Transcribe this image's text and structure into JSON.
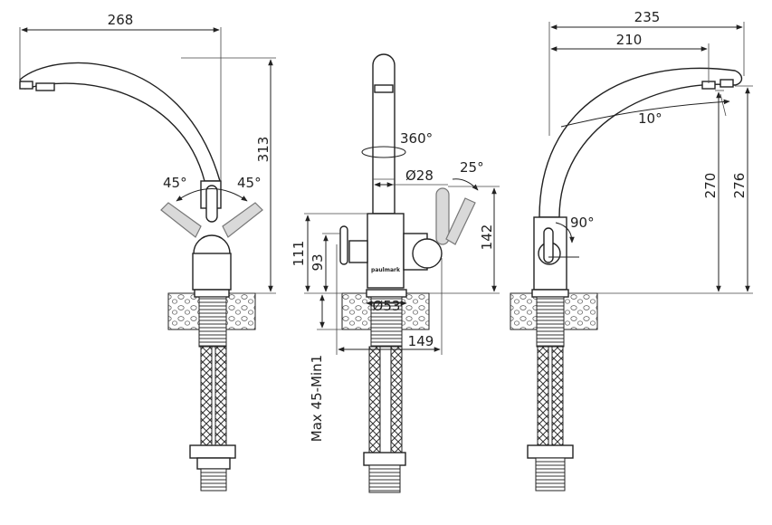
{
  "drawing": {
    "left_view": {
      "width_reach": "268",
      "height": "313",
      "angle_left": "45°",
      "angle_right": "45°"
    },
    "front_view": {
      "rotation": "360°",
      "spout_diameter": "Ø28",
      "handle_angle": "25°",
      "height_handle": "142",
      "height_body": "111",
      "height_lever": "93",
      "base_diameter": "Ø53",
      "width": "149",
      "mount_thickness": "Max 45-Min1",
      "brand": "paulmark"
    },
    "right_view": {
      "reach_outer": "235",
      "reach_inner": "210",
      "spout_tilt": "10°",
      "lever_angle": "90°",
      "height_spout": "270",
      "height_total": "276"
    }
  },
  "colors": {
    "line": "#222222",
    "handle_fill": "#d9d9d9",
    "background": "#ffffff"
  }
}
